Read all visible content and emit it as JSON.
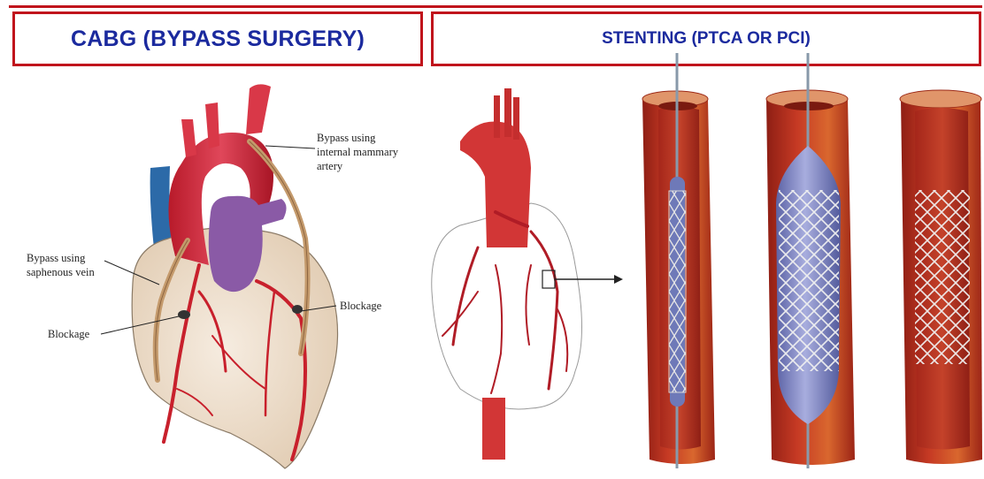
{
  "headers": {
    "cabg": "CABG (BYPASS SURGERY)",
    "stenting": "STENTING (PTCA OR PCI)"
  },
  "labels": {
    "mammary_line1": "Bypass using",
    "mammary_line2": "internal mammary",
    "mammary_line3": "artery",
    "saphenous_line1": "Bypass using",
    "saphenous_line2": "saphenous vein",
    "blockage_left": "Blockage",
    "blockage_right": "Blockage"
  },
  "colors": {
    "frame_red": "#c0141c",
    "title_blue": "#1b2a9e",
    "artery_red": "#c8202c",
    "vessel_wall": "#b8321e",
    "vein_blue": "#2c6aa8",
    "pulmonary_purple": "#8a5aa6",
    "bypass_graft": "#c49a6c",
    "balloon_blue": "#7f86c4",
    "stent_mesh": "#dddddd"
  }
}
